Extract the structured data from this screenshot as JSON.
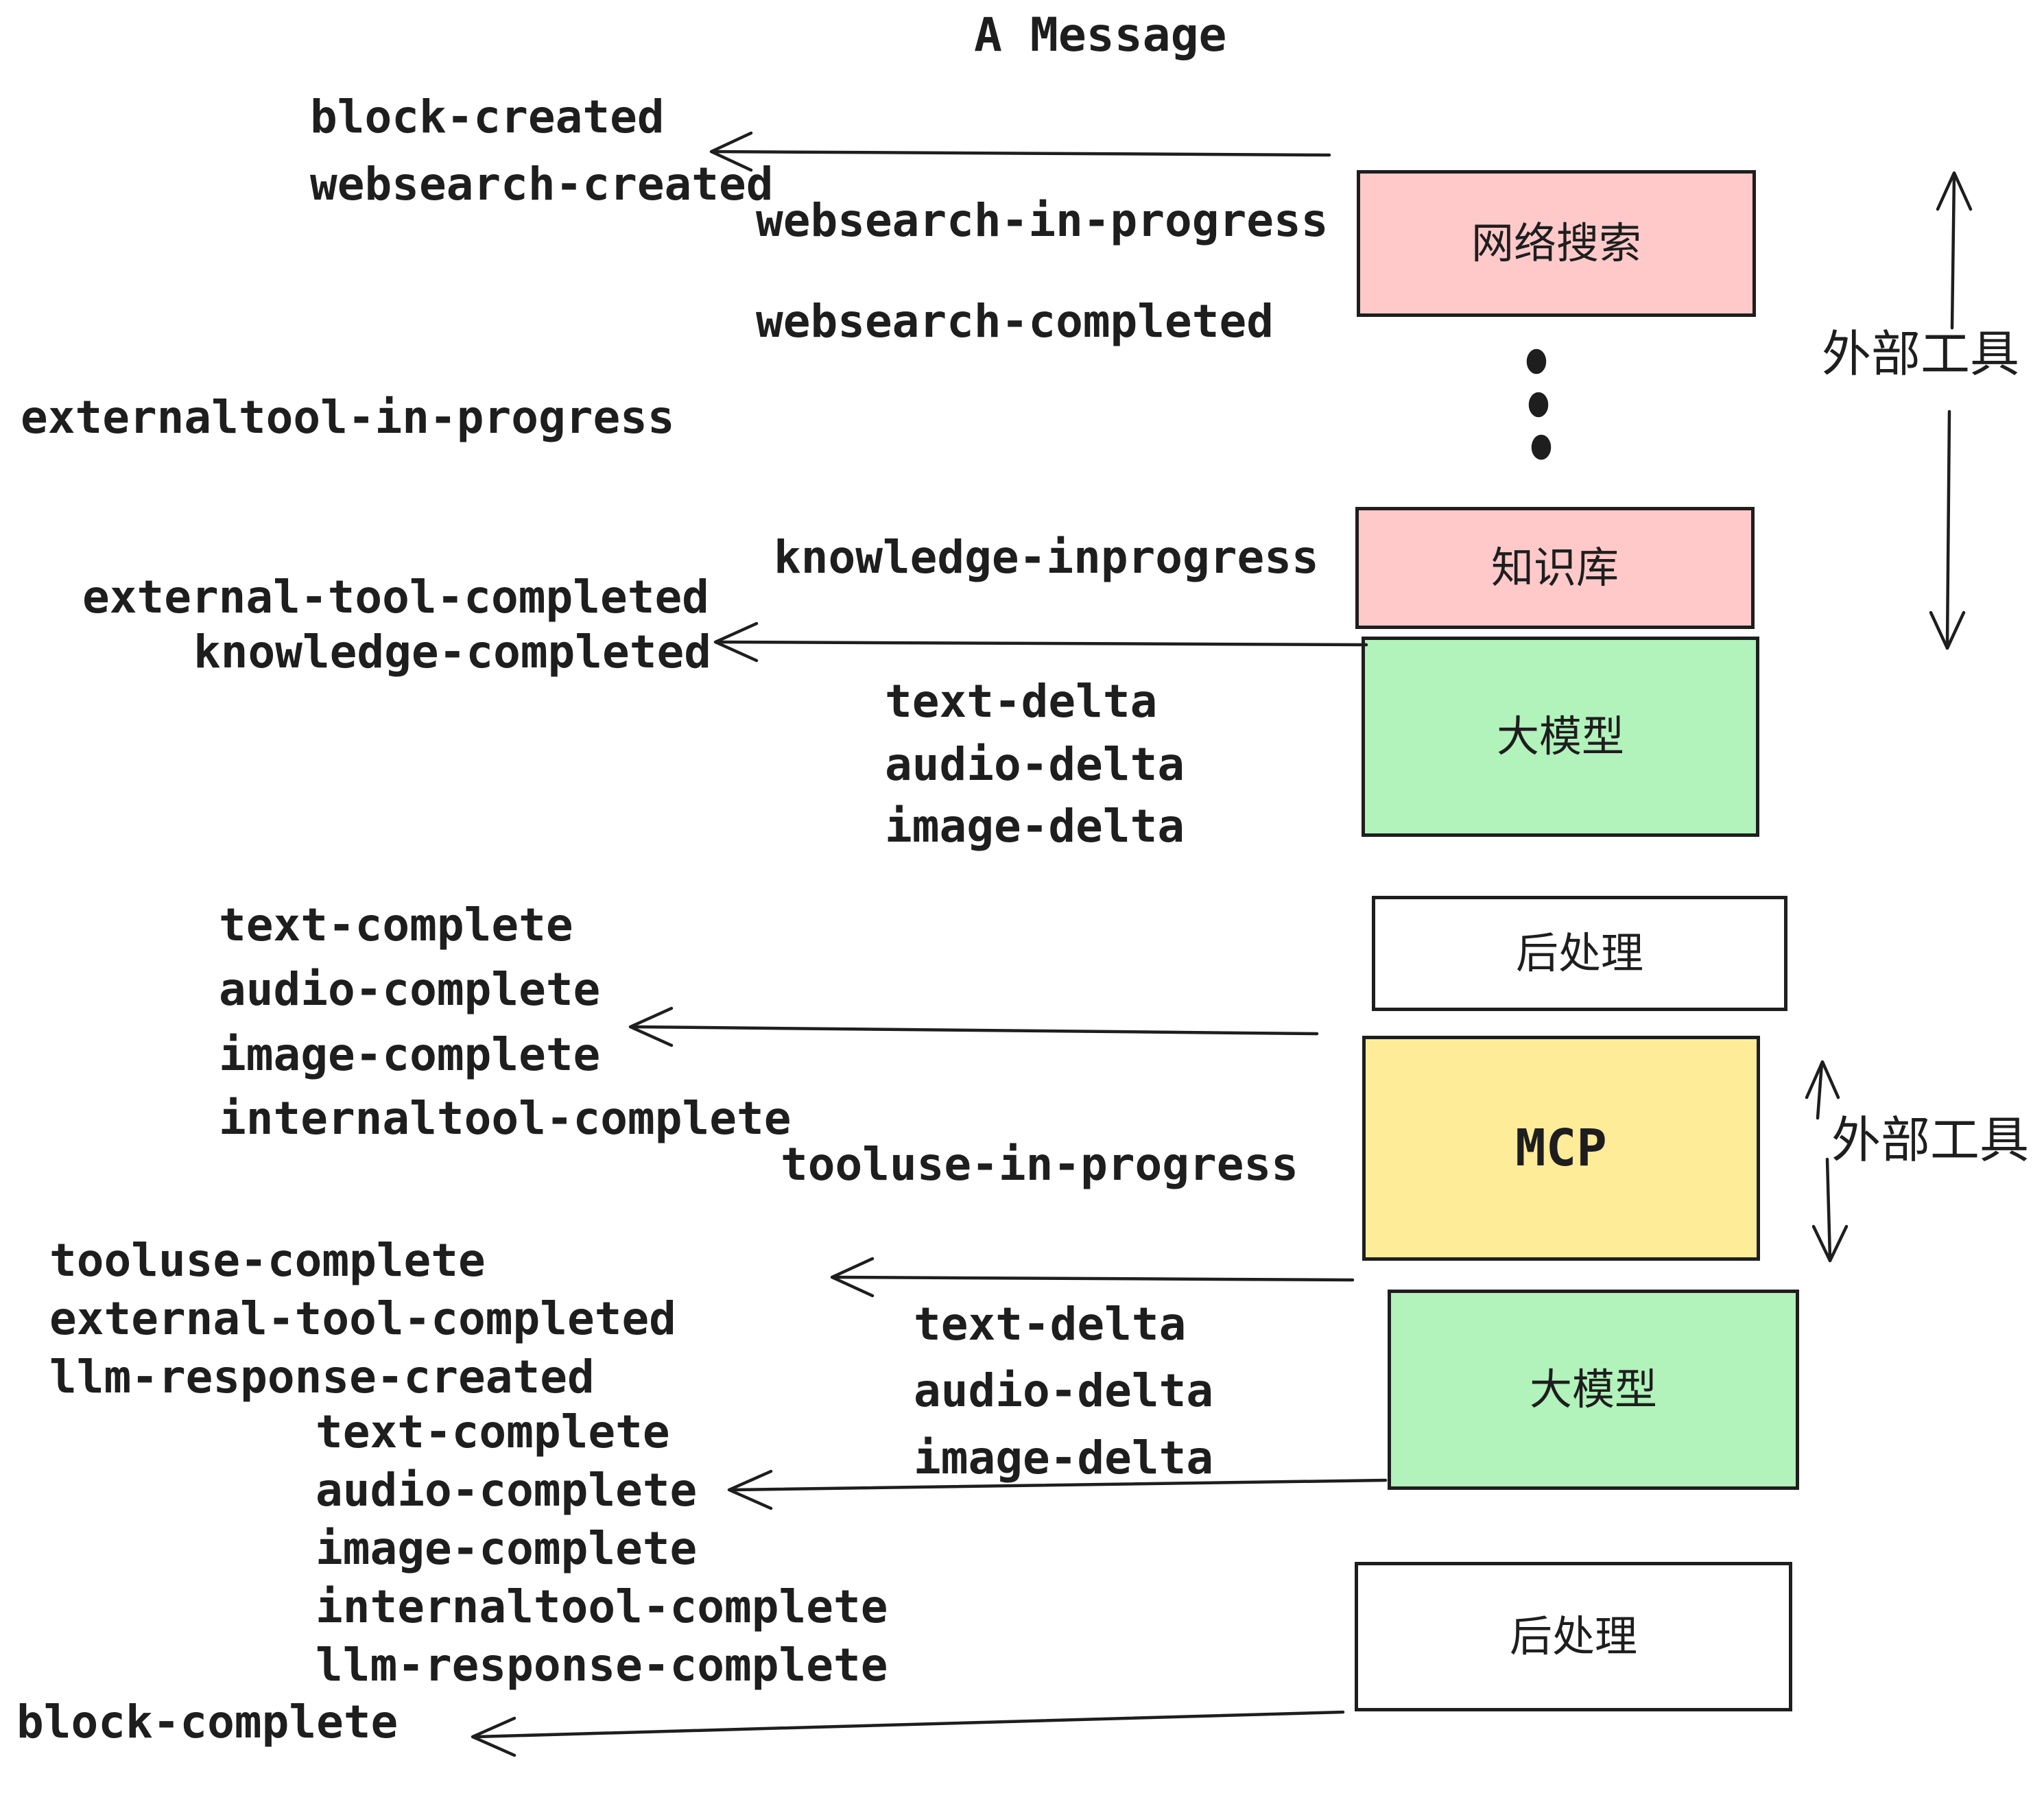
{
  "title": "A Message",
  "colors": {
    "pink": "#ffc9c9",
    "green": "#b2f2bb",
    "yellow": "#ffec99",
    "white": "#ffffff",
    "ink": "#1e1e1e"
  },
  "boxes": {
    "websearch": "网络搜索",
    "knowledge": "知识库",
    "llm_top": "大模型",
    "post_top": "后处理",
    "mcp": "MCP",
    "llm_bottom": "大模型",
    "post_bottom": "后处理"
  },
  "side_labels": {
    "external_tools_top": "外部工具",
    "external_tools_bottom": "外部工具"
  },
  "events": {
    "block_created": "block-created",
    "websearch_created": "websearch-created",
    "websearch_in_progress": "websearch-in-progress",
    "websearch_completed": "websearch-completed",
    "externaltool_in_progress": "externaltool-in-progress",
    "knowledge_inprogress": "knowledge-inprogress",
    "external_tool_completed_1": "external-tool-completed",
    "knowledge_completed": "knowledge-completed",
    "text_delta_1": "text-delta",
    "audio_delta_1": "audio-delta",
    "image_delta_1": "image-delta",
    "text_complete_1": "text-complete",
    "audio_complete_1": "audio-complete",
    "image_complete_1": "image-complete",
    "internaltool_complete_1": "internaltool-complete",
    "tooluse_in_progress": "tooluse-in-progress",
    "tooluse_complete": "tooluse-complete",
    "external_tool_completed_2": "external-tool-completed",
    "llm_response_created": "llm-response-created",
    "text_delta_2": "text-delta",
    "audio_delta_2": "audio-delta",
    "image_delta_2": "image-delta",
    "text_complete_2": "text-complete",
    "audio_complete_2": "audio-complete",
    "image_complete_2": "image-complete",
    "internaltool_complete_2": "internaltool-complete",
    "llm_response_complete": "llm-response-complete",
    "block_complete": "block-complete"
  }
}
